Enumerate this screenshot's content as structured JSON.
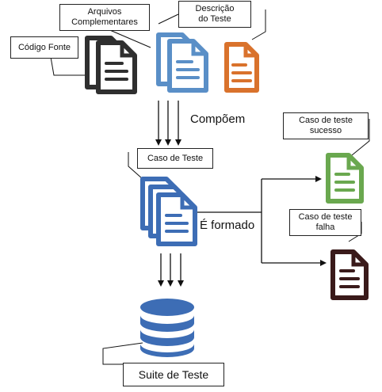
{
  "labels": {
    "codigo_fonte": "Código Fonte",
    "arquivos_complementares": "Arquivos\nComplementares",
    "descricao_teste": "Descrição\ndo Teste",
    "compoem": "Compõem",
    "caso_de_teste": "Caso de Teste",
    "e_formado": "É formado",
    "caso_sucesso": "Caso de teste\nsucesso",
    "caso_falha": "Caso de teste\nfalha",
    "suite_de_teste": "Suite de Teste"
  },
  "colors": {
    "code_doc": "#2f2f2f",
    "complementary_docs": "#5a8fc7",
    "description_doc": "#d9722c",
    "test_case_docs": "#3d6db5",
    "success_doc": "#6aa84f",
    "failure_doc": "#3a1a1a",
    "database": "#3d6db5",
    "lines": "#111111"
  }
}
